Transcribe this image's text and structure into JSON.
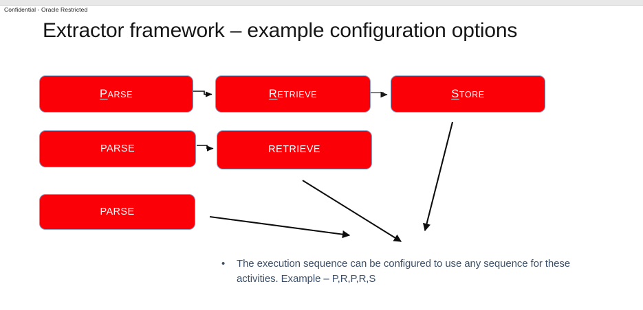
{
  "header": {
    "confidential_notice": "Confidential - Oracle Restricted"
  },
  "slide": {
    "title": "Extractor framework – example configuration options",
    "colors": {
      "box_fill": "#fb0007",
      "box_border": "#7e9ec4",
      "box_text": "#ffffff",
      "title_text": "#161616",
      "bullet_text": "#3b5068",
      "arrow_dark": "#0d0d0d",
      "arrow_gray": "#595959",
      "top_strip": "#e8e8e8"
    },
    "rows": [
      {
        "name": "row-1",
        "boxes": [
          {
            "initial": "P",
            "rest": "ARSE",
            "full": "PARSE",
            "style": "small-caps-underline"
          },
          {
            "initial": "R",
            "rest": "ETRIEVE",
            "full": "RETRIEVE",
            "style": "small-caps-underline"
          },
          {
            "initial": "S",
            "rest": "TORE",
            "full": "STORE",
            "style": "small-caps-underline"
          }
        ]
      },
      {
        "name": "row-2",
        "boxes": [
          {
            "full": "PARSE",
            "style": "plain"
          },
          {
            "full": "RETRIEVE",
            "style": "plain"
          }
        ]
      },
      {
        "name": "row-3",
        "boxes": [
          {
            "full": "PARSE",
            "style": "plain"
          }
        ]
      }
    ],
    "bullets": [
      {
        "marker": "•",
        "text": "The execution sequence can be configured to use any sequence for these activities.  Example – P,R,P,R,S"
      }
    ]
  }
}
